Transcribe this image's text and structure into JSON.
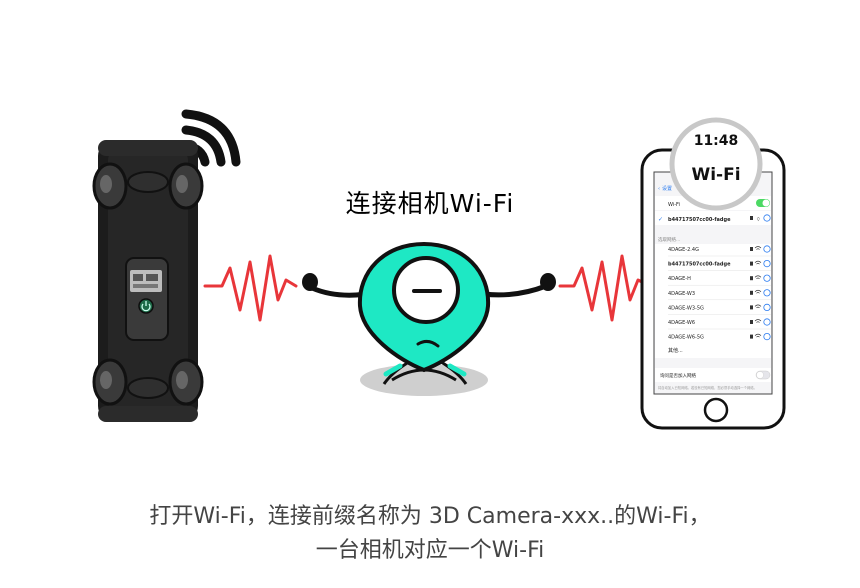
{
  "title": "连接相机Wi-Fi",
  "caption": {
    "line1": "打开Wi-Fi，连接前缀名称为 3D Camera-xxx..的Wi-Fi，",
    "line2": "一台相机对应一个Wi-Fi"
  },
  "phone": {
    "time": "11:48",
    "zoom_label": "Wi-Fi",
    "back_label": "设置",
    "wifi_toggle_label": "Wi-Fi",
    "connected_network": "b44717507cc00-fadge",
    "section_header": "选取网络...",
    "networks": [
      "4DAGE-2.4G",
      "b44717507cc00-fadge",
      "4DAGE-H",
      "4DAGE-W3",
      "4DAGE-W3-5G",
      "4DAGE-W6",
      "4DAGE-W6-5G"
    ],
    "other_label": "其他...",
    "ask_join_label": "询问是否加入网络",
    "footnote": "将自动加入已知网络。若没有已知网络，您必须手动选择一个网络。"
  },
  "colors": {
    "mascot": "#1ee8c4",
    "signal": "#e8363a",
    "camera_body": "#1c1c1c",
    "toggle_on": "#4cd964",
    "info_blue": "#2a7bf0"
  },
  "icons": {
    "wifi_signal": "wifi-signal-icon",
    "power": "power-icon",
    "lock": "lock-icon",
    "info": "info-icon"
  }
}
